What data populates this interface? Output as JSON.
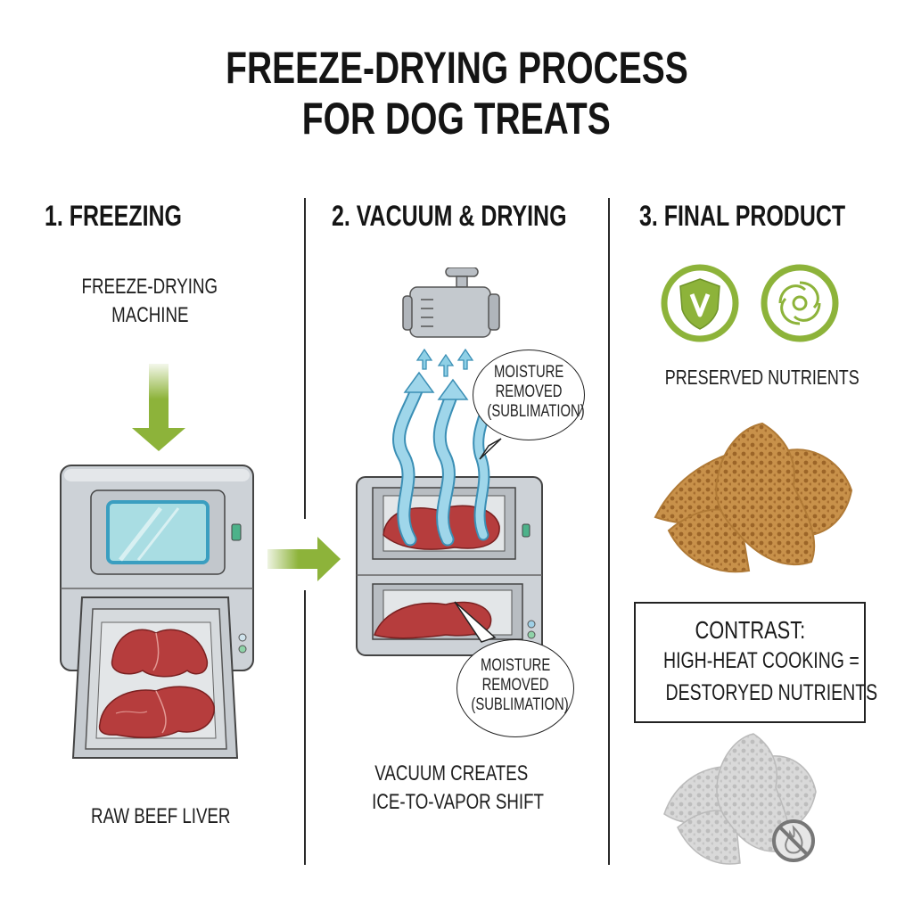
{
  "title": {
    "line1": "FREEZE-DRYING PROCESS",
    "line2": "FOR DOG TREATS"
  },
  "steps": [
    {
      "heading": "1. FREEZING",
      "machine_label": "FREEZE-DRYING MACHINE",
      "machine_label_line1": "FREEZE-DRYING",
      "machine_label_line2": "MACHINE",
      "caption": "RAW BEEF LIVER"
    },
    {
      "heading": "2. VACUUM & DRYING",
      "bubble_top": [
        "MOISTURE",
        "REMOVED",
        "(SUBLIMATION)"
      ],
      "bubble_bottom": [
        "MOISTURE",
        "REMOVED",
        "(SUBLIMATION)"
      ],
      "caption_line1": "VACUUM CREATES",
      "caption_line2": "ICE-TO-VAPOR SHIFT"
    },
    {
      "heading": "3. FINAL PRODUCT",
      "icons": [
        "shield-v-icon",
        "swirl-icon"
      ],
      "icons_caption": "PRESERVED NUTRIENTS",
      "contrast": {
        "line1": "CONTRAST:",
        "line2": "HIGH-HEAT COOKING =",
        "line3": "DESTORYED NUTRIENTS"
      },
      "no_heat_icon": "no-fire-icon"
    }
  ],
  "colors": {
    "accent_green": "#8db33a",
    "vapor_blue": "#7cc6dc",
    "meat_red": "#b8403f",
    "machine_gray": "#c9ced3",
    "treat_brown": "#c08a3e"
  }
}
